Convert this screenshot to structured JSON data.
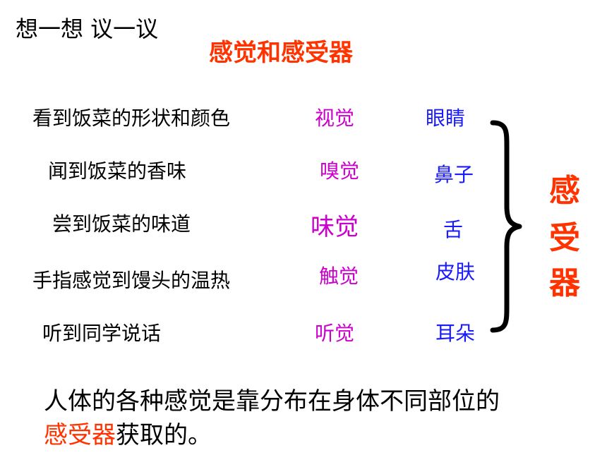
{
  "heading": "想一想  议一议",
  "title": "感觉和感受器",
  "rows": [
    {
      "description": "看到饭菜的形状和颜色",
      "sense": "视觉",
      "organ": "眼睛"
    },
    {
      "description": "闻到饭菜的香味",
      "sense": "嗅觉",
      "organ": "鼻子"
    },
    {
      "description": "尝到饭菜的味道",
      "sense": "味觉",
      "organ": "舌"
    },
    {
      "description": "手指感觉到馒头的温热",
      "sense": "触觉",
      "organ": "皮肤"
    },
    {
      "description": "听到同学说话",
      "sense": "听觉",
      "organ": "耳朵"
    }
  ],
  "bracket_label": [
    "感",
    "受",
    "器"
  ],
  "summary": {
    "line1": "人体的各种感觉是靠分布在身体不同部位的",
    "highlight": "感受器",
    "rest": "获取的。"
  },
  "colors": {
    "sense": "#cc00cc",
    "organ": "#1a1aff",
    "accent": "#ff3300",
    "text": "#000000"
  }
}
